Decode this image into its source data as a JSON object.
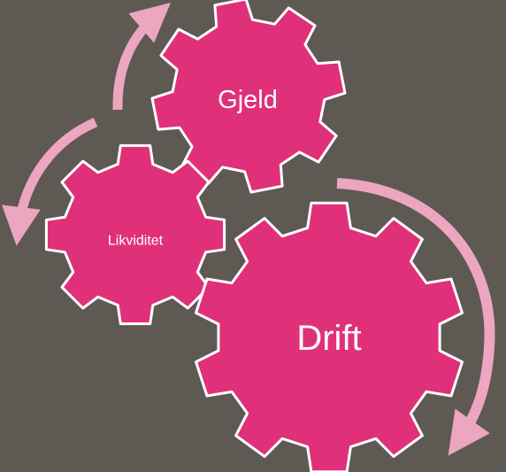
{
  "colors": {
    "background": "#5f5953",
    "gear_fill": "#e0307a",
    "gear_stroke": "#ffffff",
    "arrow": "#eca6bf"
  },
  "gears": [
    {
      "id": "gjeld",
      "label": "Gjeld"
    },
    {
      "id": "likviditet",
      "label": "Likviditet"
    },
    {
      "id": "drift",
      "label": "Drift"
    }
  ]
}
